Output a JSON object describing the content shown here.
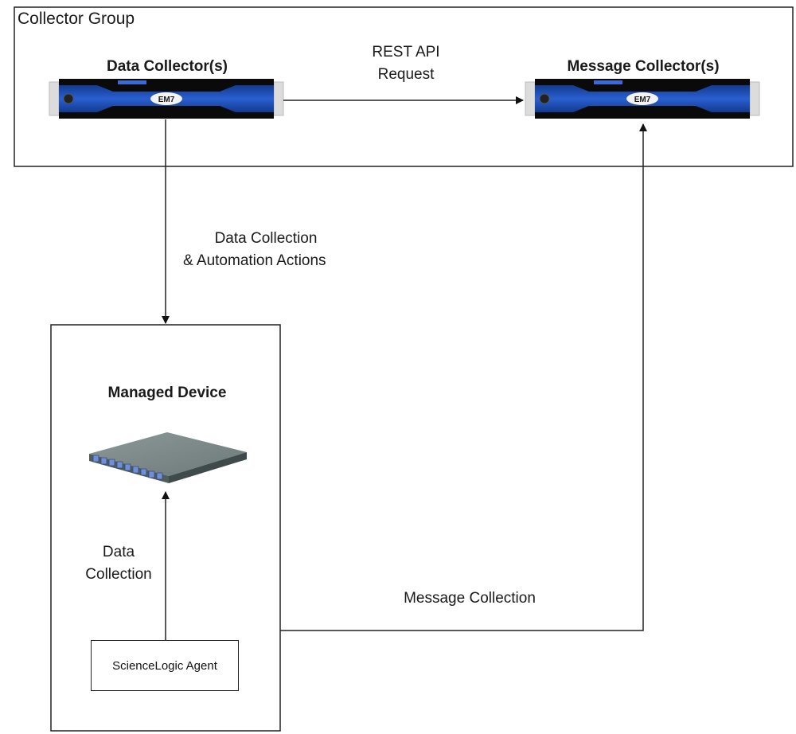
{
  "diagram": {
    "group": {
      "title": "Collector Group"
    },
    "nodes": {
      "data_collector": {
        "label": "Data Collector(s)",
        "logo": "EM7",
        "icon": "server-appliance-icon"
      },
      "message_collector": {
        "label": "Message Collector(s)",
        "logo": "EM7",
        "icon": "server-appliance-icon"
      },
      "managed_device": {
        "label": "Managed Device",
        "icon": "network-switch-icon"
      },
      "agent": {
        "label": "ScienceLogic Agent"
      }
    },
    "edges": {
      "rest_api": {
        "line1": "REST API",
        "line2": "Request"
      },
      "data_collection_automation": {
        "line1": "Data Collection",
        "line2": "& Automation Actions"
      },
      "agent_data_collection": {
        "line1": "Data",
        "line2": "Collection"
      },
      "message_collection": {
        "label": "Message Collection"
      }
    },
    "colors": {
      "appliance_blue": "#1f4fb4",
      "appliance_black": "#0a0a0a",
      "line": "#222222",
      "switch_gray": "#7f8a8a"
    }
  }
}
